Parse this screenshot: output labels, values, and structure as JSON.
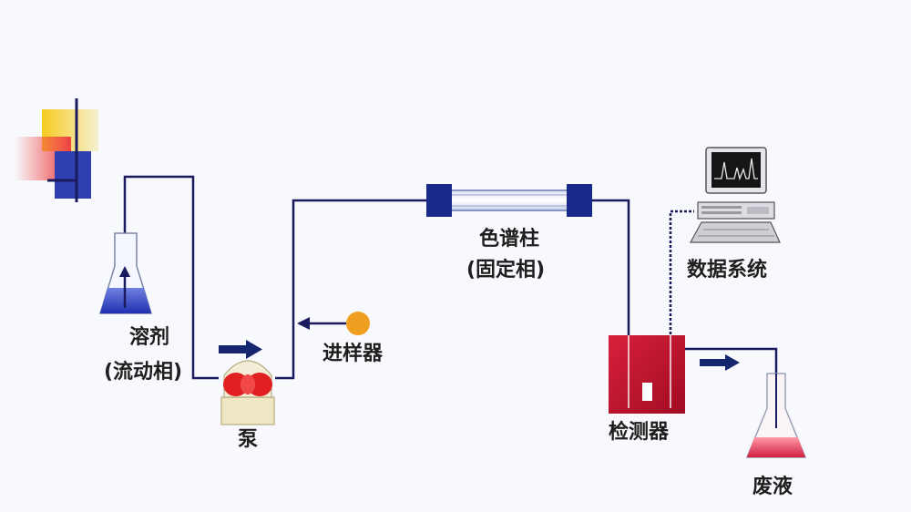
{
  "labels": {
    "solvent": "溶剂",
    "mobile_phase": "(流动相)",
    "pump": "泵",
    "injector": "进样器",
    "column": "色谱柱",
    "stationary_phase": "(固定相)",
    "detector": "检测器",
    "data_system": "数据系统",
    "waste": "废液"
  },
  "colors": {
    "tubing": "#1a1a5e",
    "arrow": "#16266e",
    "solvent_liquid": "#3040c0",
    "column_end": "#1a2a8a",
    "detector_body": "#c8102e",
    "waste_liquid": "#e0405a",
    "injector_ball": "#f0a020",
    "pump_red": "#e02020",
    "pump_base": "#efe6c4",
    "valve_yellow": "#f5cc20",
    "valve_red": "#f04040",
    "valve_blue": "#2f3fb0"
  },
  "icons": {
    "solvent_flask": "erlenmeyer-flask-icon",
    "waste_flask": "erlenmeyer-flask-icon",
    "computer": "computer-icon",
    "injector": "injection-port-icon",
    "pump": "pump-icon"
  }
}
